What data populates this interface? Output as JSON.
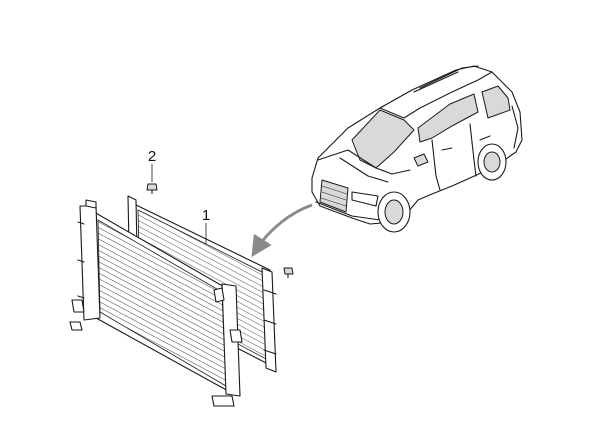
{
  "diagram": {
    "callouts": [
      {
        "id": "1",
        "label": "1"
      },
      {
        "id": "2",
        "label": "2"
      }
    ],
    "colors": {
      "line": "#1a1a1a",
      "arrow": "#8a8a8a",
      "background": "#ffffff"
    }
  }
}
